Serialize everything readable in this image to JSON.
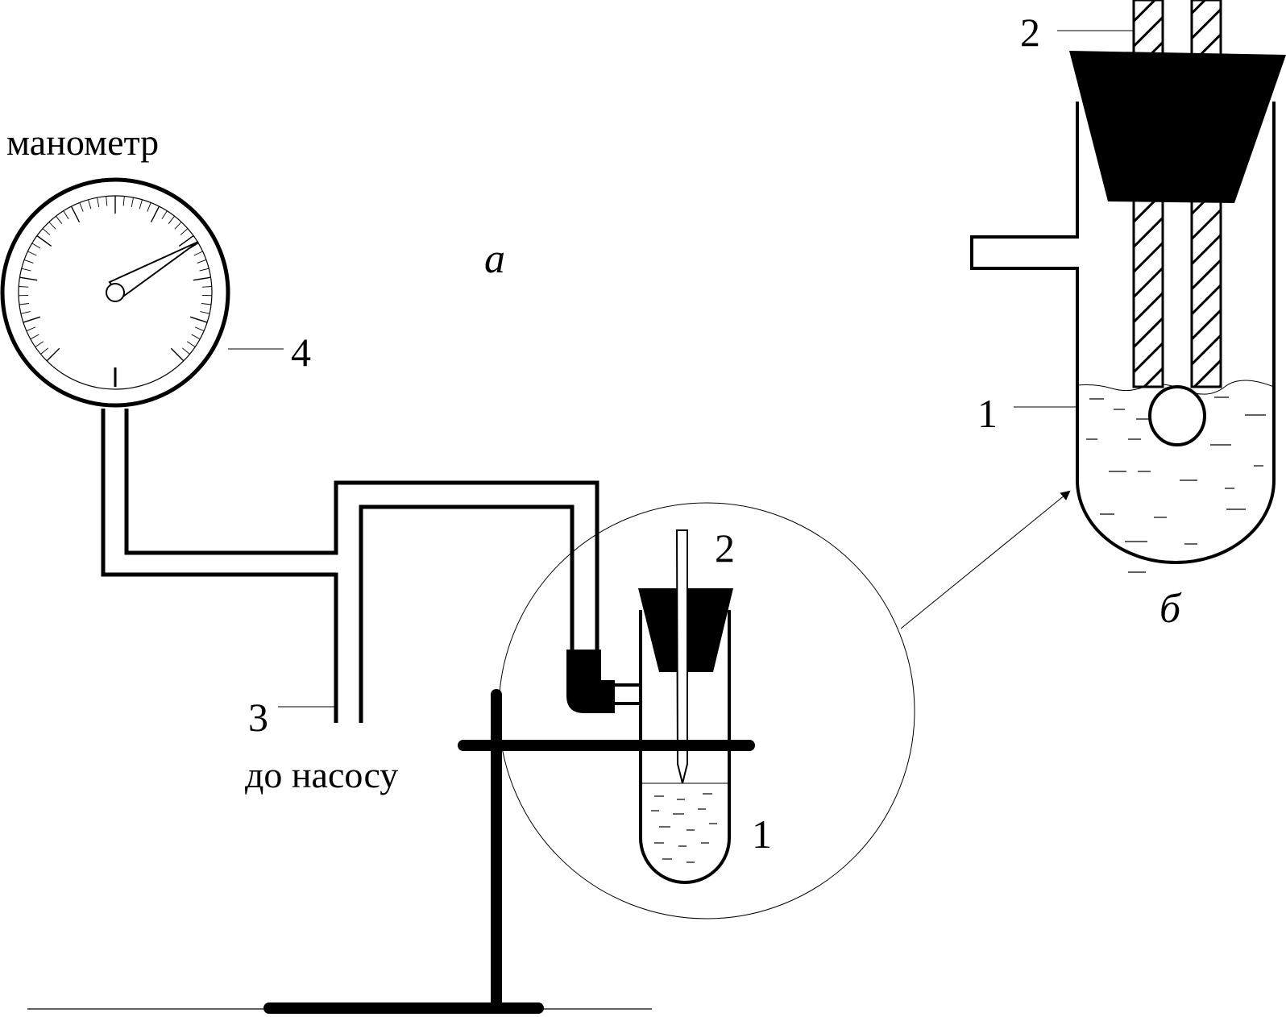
{
  "panels": {
    "a": "а",
    "b": "б"
  },
  "labels": {
    "manometer_word": "манометр",
    "pump_word": "до насосу",
    "callout_4": "4",
    "callout_3": "3",
    "callout_2_small": "2",
    "callout_1_small": "1",
    "callout_2_large": "2",
    "callout_1_large": "1"
  },
  "colors": {
    "ink": "#000000",
    "background": "#ffffff"
  }
}
